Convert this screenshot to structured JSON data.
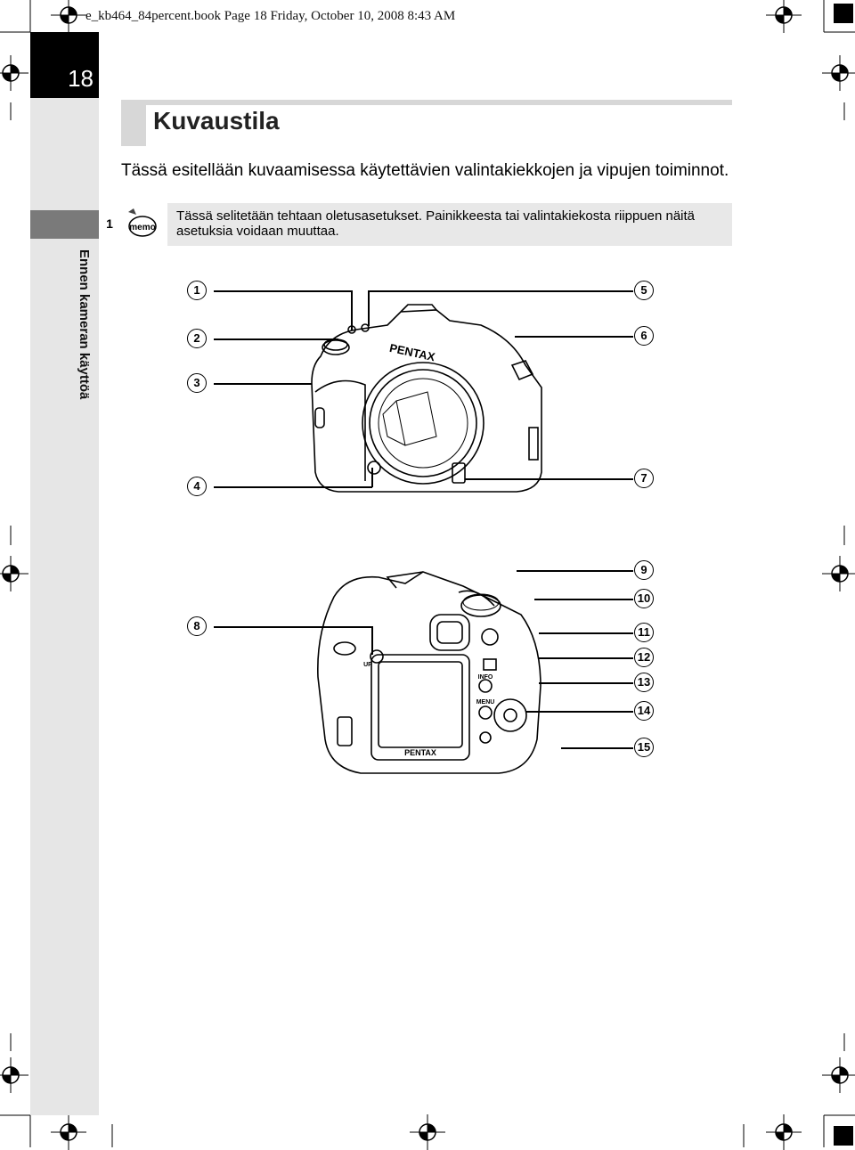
{
  "print_header": "e_kb464_84percent.book  Page 18  Friday, October 10, 2008  8:43 AM",
  "page_number": "18",
  "chapter": {
    "number": "1",
    "title": "Ennen kameran käyttöä"
  },
  "section_title": "Kuvaustila",
  "intro_text": "Tässä esitellään kuvaamisessa käytettävien valintakiekkojen ja vipujen toiminnot.",
  "memo": {
    "icon": "memo-icon",
    "text": "Tässä selitetään tehtaan oletusasetukset. Painikkeesta tai valintakiekosta riippuen näitä asetuksia voidaan muuttaa."
  },
  "figure_front": {
    "brand": "PENTAX",
    "callouts": [
      "1",
      "2",
      "3",
      "4",
      "5",
      "6",
      "7"
    ]
  },
  "figure_back": {
    "brand": "PENTAX",
    "button_labels": [
      "INFO",
      "MENU",
      "UP"
    ],
    "callouts": [
      "8",
      "9",
      "10",
      "11",
      "12",
      "13",
      "14",
      "15"
    ]
  }
}
